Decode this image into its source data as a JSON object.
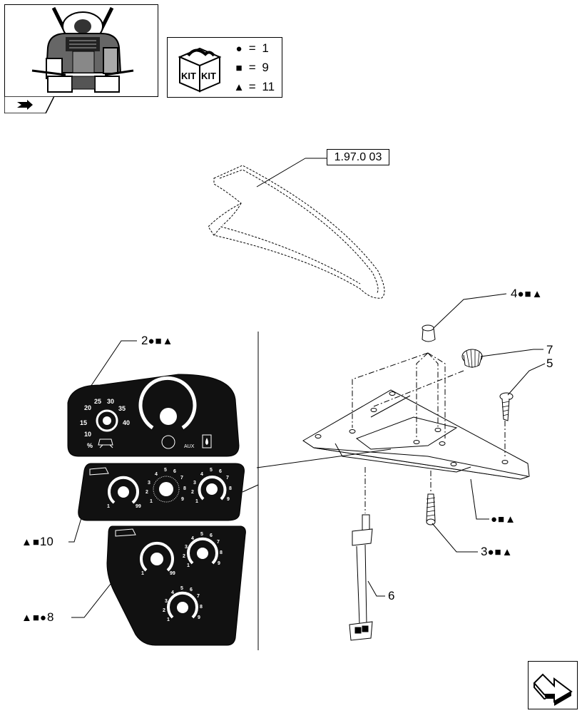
{
  "legend": {
    "kit_label": "KIT",
    "rows": [
      {
        "symbol": "●",
        "equals": "=",
        "value": "1"
      },
      {
        "symbol": "■",
        "equals": "=",
        "value": "9"
      },
      {
        "symbol": "▲",
        "equals": "=",
        "value": "11"
      }
    ]
  },
  "reference_label": "1.97.0 03",
  "callouts": {
    "c4": {
      "number": "4",
      "symbols": "●■▲"
    },
    "c7": {
      "number": "7"
    },
    "c5": {
      "number": "5"
    },
    "c2": {
      "number": "2",
      "symbols": "●■▲"
    },
    "c10": {
      "number": "10",
      "symbols": "▲■"
    },
    "c8": {
      "number": "8",
      "symbols": "▲■●"
    },
    "c_assembly": {
      "symbols": "●■▲"
    },
    "c3": {
      "number": "3",
      "symbols": "●■▲"
    },
    "c6": {
      "number": "6"
    }
  },
  "panel2": {
    "dial_numbers": [
      "10",
      "15",
      "20",
      "25",
      "30",
      "35",
      "40"
    ],
    "percent": "%",
    "aux_label": "AUX"
  },
  "panel10": {
    "dial1": [
      "1",
      "99"
    ],
    "dial2": [
      "1",
      "2",
      "3",
      "4",
      "5",
      "6",
      "7",
      "8",
      "9"
    ],
    "dial3": [
      "1",
      "2",
      "3",
      "4",
      "5",
      "6",
      "7",
      "8",
      "9"
    ]
  },
  "panel8": {
    "dial1": [
      "1",
      "99"
    ],
    "dial2": [
      "1",
      "2",
      "3",
      "4",
      "5",
      "6",
      "7",
      "8",
      "9"
    ],
    "dial3": [
      "1",
      "2",
      "3",
      "4",
      "5",
      "6",
      "7",
      "8",
      "9"
    ]
  },
  "icons": [
    "tractor-thumbnail-icon",
    "kit-box-icon",
    "navigation-arrow-icon",
    "next-page-arrow-icon"
  ]
}
